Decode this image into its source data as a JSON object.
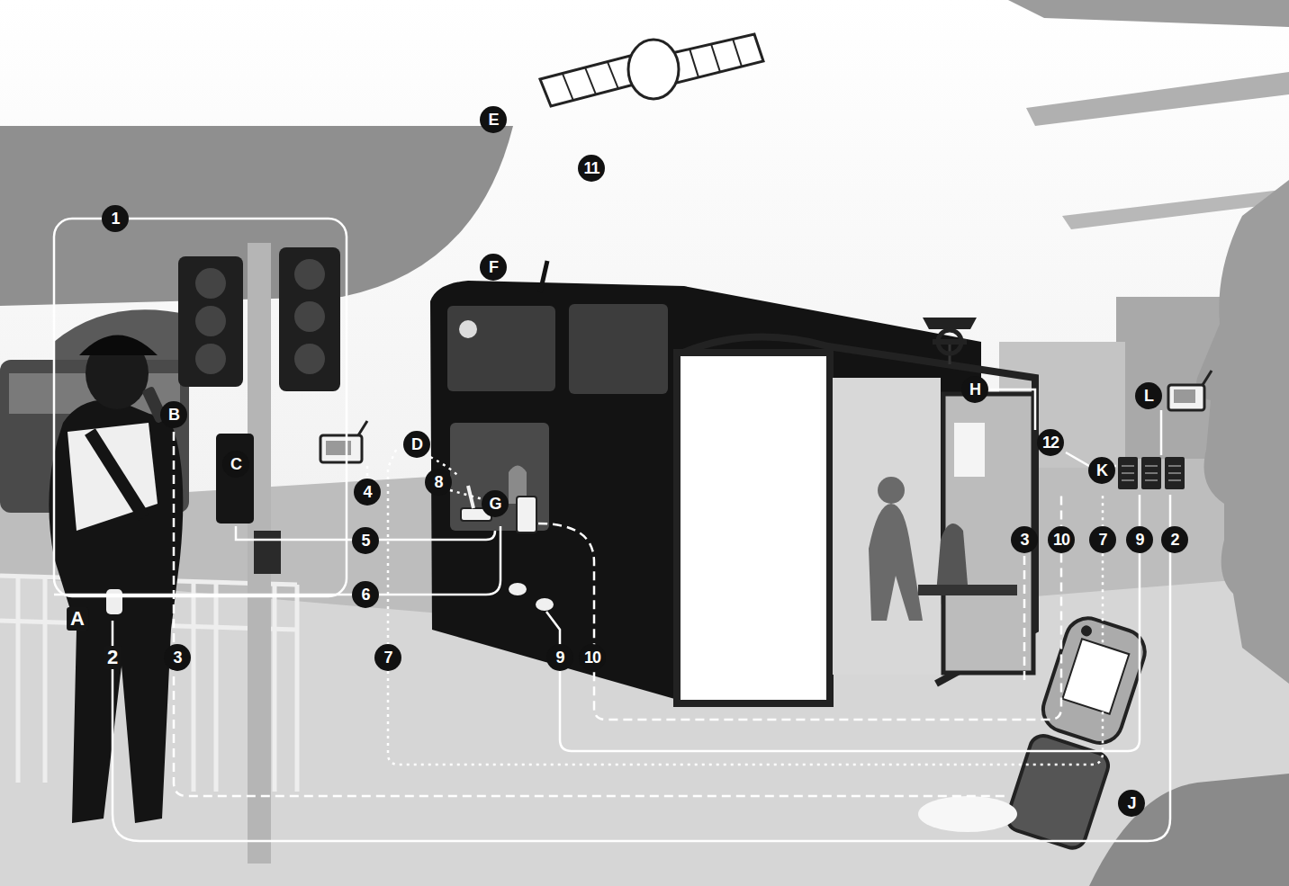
{
  "diagram": {
    "labels": [
      "E",
      "11",
      "1",
      "F",
      "H",
      "L",
      "D",
      "12",
      "K",
      "B",
      "C",
      "4",
      "8",
      "G",
      "5",
      "3",
      "10",
      "7",
      "9",
      "2",
      "6",
      "A",
      "2",
      "3",
      "7",
      "9",
      "10",
      "J"
    ]
  }
}
